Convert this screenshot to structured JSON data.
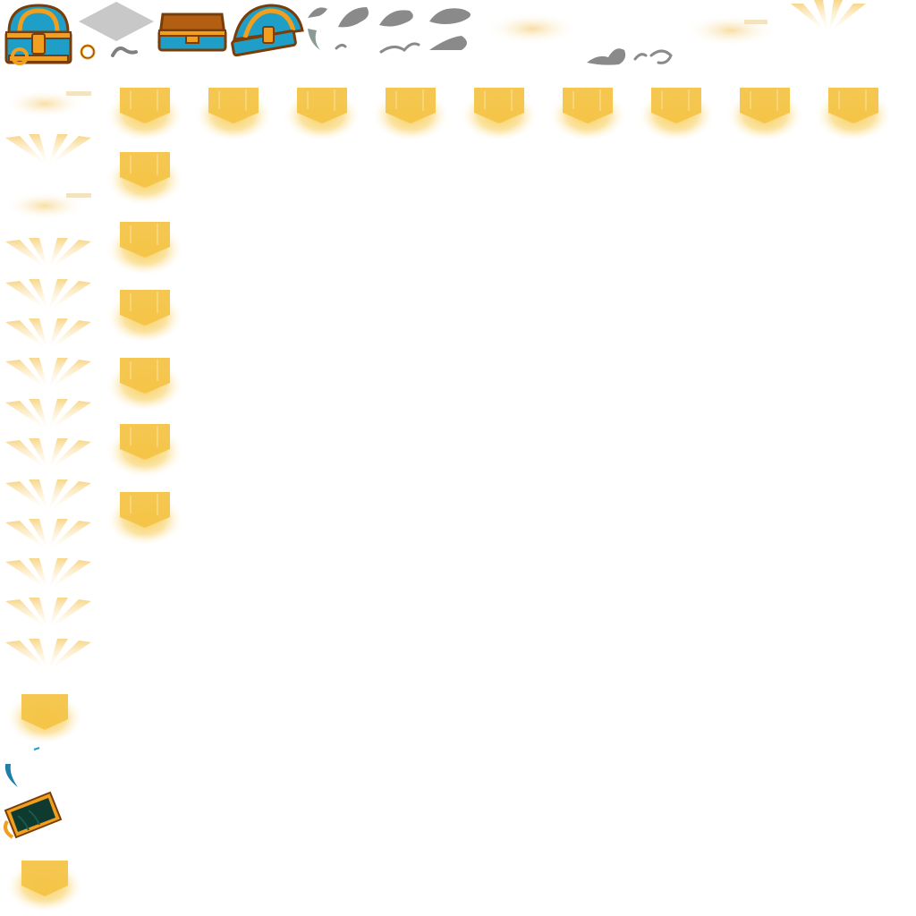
{
  "atlas": {
    "palette": {
      "gold": "#f0a01e",
      "gold_dark": "#7a3d08",
      "teal": "#1f9fc8",
      "teal_dark": "#0b4f6e",
      "glow": "#f7c94a",
      "smoke": "#808080",
      "shadow": "#c8c8c8",
      "chest_interior": "#b25f12",
      "book_page": "#0f3a30"
    },
    "top_row": [
      {
        "id": "chest-closed",
        "icon": "treasure-chest-closed-icon"
      },
      {
        "id": "ground-shadow",
        "icon": "ground-shadow-icon"
      },
      {
        "id": "chest-open-empty",
        "icon": "open-chest-icon"
      },
      {
        "id": "chest-closed-2",
        "icon": "treasure-chest-closed-icon"
      },
      {
        "id": "lock-ring",
        "icon": "lock-ring-icon"
      },
      {
        "id": "smoke-frames",
        "icon": "smoke-puff-icon"
      },
      {
        "id": "glow-flares",
        "icon": "glow-flare-icon"
      }
    ],
    "glow_grid": {
      "row_count": 9,
      "column_count": 7,
      "icon": "gold-glow-burst-icon"
    },
    "ray_column": {
      "count": 13,
      "icon": "light-rays-icon"
    },
    "bottom_items": [
      {
        "id": "teal-shard",
        "icon": "shard-icon"
      },
      {
        "id": "spell-book",
        "icon": "book-icon"
      },
      {
        "id": "glow-single",
        "icon": "gold-glow-burst-icon"
      }
    ]
  }
}
